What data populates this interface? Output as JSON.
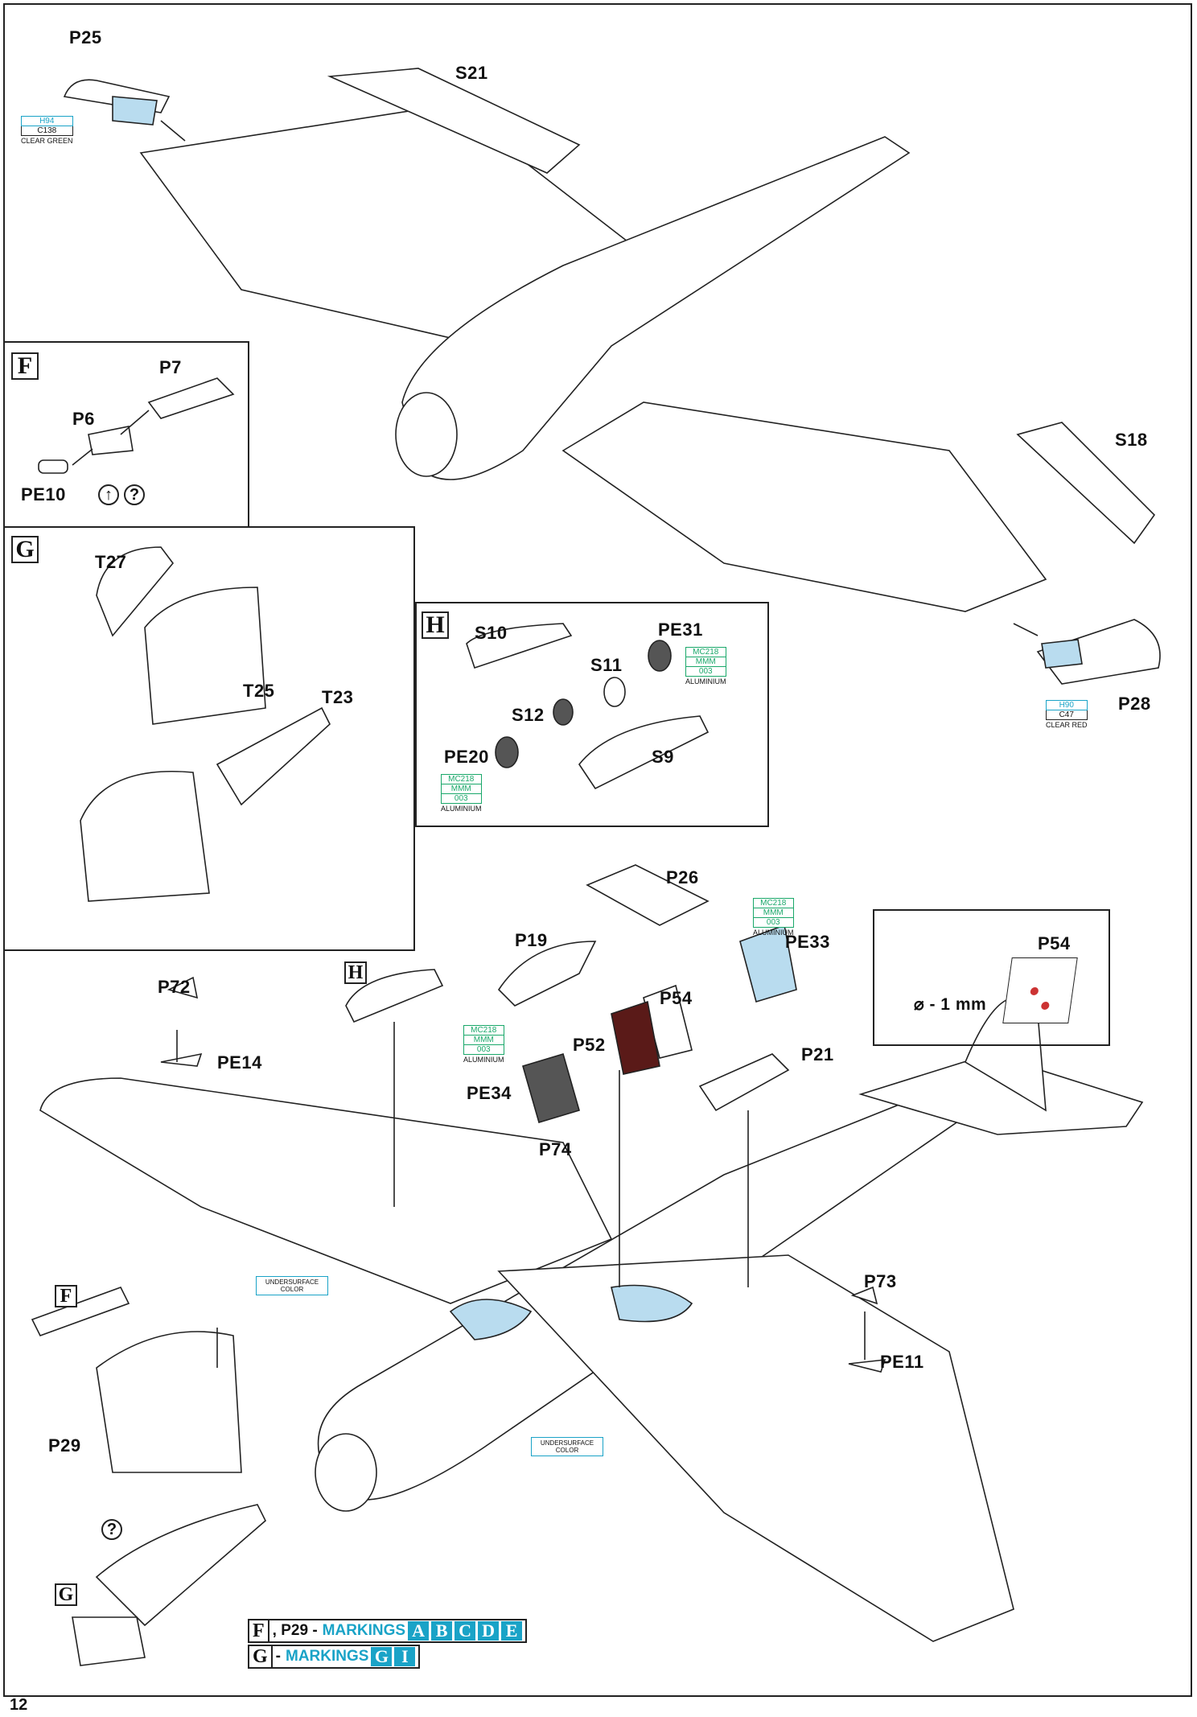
{
  "page": {
    "number": "12"
  },
  "labels": {
    "P25": "P25",
    "S21": "S21",
    "S18": "S18",
    "P28": "P28",
    "P7": "P7",
    "P6": "P6",
    "PE10": "PE10",
    "T27": "T27",
    "T25": "T25",
    "T23": "T23",
    "S10": "S10",
    "S11": "S11",
    "PE31": "PE31",
    "S12": "S12",
    "PE20": "PE20",
    "S9": "S9",
    "P26": "P26",
    "P19": "P19",
    "PE33": "PE33",
    "P54a": "P54",
    "P54b": "P54",
    "P52": "P52",
    "P21": "P21",
    "PE34": "PE34",
    "P74": "P74",
    "P72": "P72",
    "PE14": "PE14",
    "P73": "P73",
    "PE11": "PE11",
    "P29": "P29"
  },
  "sections": {
    "F": "F",
    "G": "G",
    "H": "H"
  },
  "paints": {
    "p25": {
      "chip": "H94",
      "code": "C138",
      "name": "CLEAR GREEN"
    },
    "p28": {
      "chip": "H90",
      "code": "C47",
      "name": "CLEAR RED"
    },
    "pe31": {
      "chip": "MC218",
      "code1": "MMM",
      "code2": "003",
      "name": "ALUMINIUM"
    },
    "pe20": {
      "chip": "MC218",
      "code1": "MMM",
      "code2": "003",
      "name": "ALUMINIUM"
    },
    "pe33": {
      "chip": "MC218",
      "code1": "MMM",
      "code2": "003",
      "name": "ALUMINIUM"
    },
    "pe34": {
      "chip": "MC218",
      "code1": "MMM",
      "code2": "003",
      "name": "ALUMINIUM"
    }
  },
  "notes": {
    "undersurface1": "UNDERSURFACE COLOR",
    "undersurface2": "UNDERSURFACE COLOR"
  },
  "drill": {
    "text": "⌀ - 1 mm"
  },
  "symbols": {
    "arrow_up": "↑",
    "question": "?"
  },
  "legend": {
    "row1_prefix": "F",
    "row1_text": ", P29 -",
    "row1_label": "MARKINGS",
    "row1_marks": [
      "A",
      "B",
      "C",
      "D",
      "E"
    ],
    "row2_prefix": "G",
    "row2_text": "-",
    "row2_label": "MARKINGS",
    "row2_marks": [
      "G",
      "I"
    ]
  },
  "colors": {
    "clear_part": "#b9dcef",
    "accent": "#1aa3c7",
    "green": "#1aa86a",
    "line": "#222222",
    "dark_part": "#5a1a18"
  }
}
